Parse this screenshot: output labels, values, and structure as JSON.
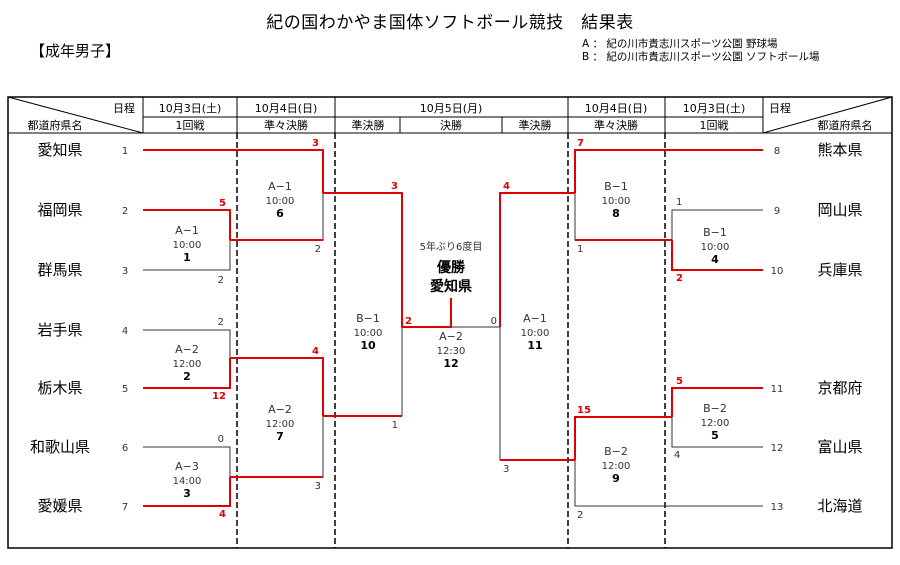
{
  "title": "紀の国わかやま国体ソフトボール競技　結果表",
  "category": "【成年男子】",
  "venues": [
    {
      "code": "A",
      "text": "A ： 紀の川市貴志川スポーツ公園  野球場"
    },
    {
      "code": "B",
      "text": "B ： 紀の川市貴志川スポーツ公園  ソフトボール場"
    }
  ],
  "header": {
    "schedule_label": "日程",
    "prefecture_label": "都道府県名",
    "dates": [
      "10月3日(土)",
      "10月4日(日)",
      "10月5日(月)",
      "10月4日(日)",
      "10月3日(土)"
    ],
    "rounds": [
      "1回戦",
      "準々決勝",
      "準決勝",
      "決勝",
      "準決勝",
      "準々決勝",
      "1回戦"
    ]
  },
  "teams_left": [
    {
      "seed": "1",
      "name": "愛知県"
    },
    {
      "seed": "2",
      "name": "福岡県"
    },
    {
      "seed": "3",
      "name": "群馬県"
    },
    {
      "seed": "4",
      "name": "岩手県"
    },
    {
      "seed": "5",
      "name": "栃木県"
    },
    {
      "seed": "6",
      "name": "和歌山県"
    },
    {
      "seed": "7",
      "name": "愛媛県"
    }
  ],
  "teams_right": [
    {
      "seed": "8",
      "name": "熊本県"
    },
    {
      "seed": "9",
      "name": "岡山県"
    },
    {
      "seed": "10",
      "name": "兵庫県"
    },
    {
      "seed": "11",
      "name": "京都府"
    },
    {
      "seed": "12",
      "name": "富山県"
    },
    {
      "seed": "13",
      "name": "北海道"
    }
  ],
  "games": [
    {
      "no": "1",
      "court": "A−1",
      "time": "10:00",
      "top_score": "5",
      "bottom_score": "2",
      "winner": "top"
    },
    {
      "no": "2",
      "court": "A−2",
      "time": "12:00",
      "top_score": "2",
      "bottom_score": "12",
      "winner": "bottom"
    },
    {
      "no": "3",
      "court": "A−3",
      "time": "14:00",
      "top_score": "0",
      "bottom_score": "4",
      "winner": "bottom"
    },
    {
      "no": "4",
      "court": "B−1",
      "time": "10:00",
      "top_score": "1",
      "bottom_score": "2",
      "winner": "bottom"
    },
    {
      "no": "5",
      "court": "B−2",
      "time": "12:00",
      "top_score": "5",
      "bottom_score": "4",
      "winner": "top"
    },
    {
      "no": "6",
      "court": "A−1",
      "time": "10:00",
      "top_score": "3",
      "bottom_score": "2",
      "winner": "top"
    },
    {
      "no": "7",
      "court": "A−2",
      "time": "12:00",
      "top_score": "4",
      "bottom_score": "3",
      "winner": "top"
    },
    {
      "no": "8",
      "court": "B−1",
      "time": "10:00",
      "top_score": "7",
      "bottom_score": "1",
      "winner": "top"
    },
    {
      "no": "9",
      "court": "B−2",
      "time": "12:00",
      "top_score": "15",
      "bottom_score": "2",
      "winner": "top"
    },
    {
      "no": "10",
      "court": "B−1",
      "time": "10:00",
      "top_score": "3",
      "bottom_score": "1",
      "winner": "top"
    },
    {
      "no": "11",
      "court": "A−1",
      "time": "10:00",
      "top_score": "4",
      "bottom_score": "3",
      "winner": "top"
    },
    {
      "no": "12",
      "court": "A−2",
      "time": "12:30",
      "left_score": "2",
      "right_score": "0",
      "winner": "left"
    }
  ],
  "champion": {
    "note": "5年ぶり6度目",
    "label": "優勝",
    "team": "愛知県"
  },
  "colors": {
    "winner_line": "#e00000",
    "loser_line": "#333333",
    "border": "#000000"
  }
}
